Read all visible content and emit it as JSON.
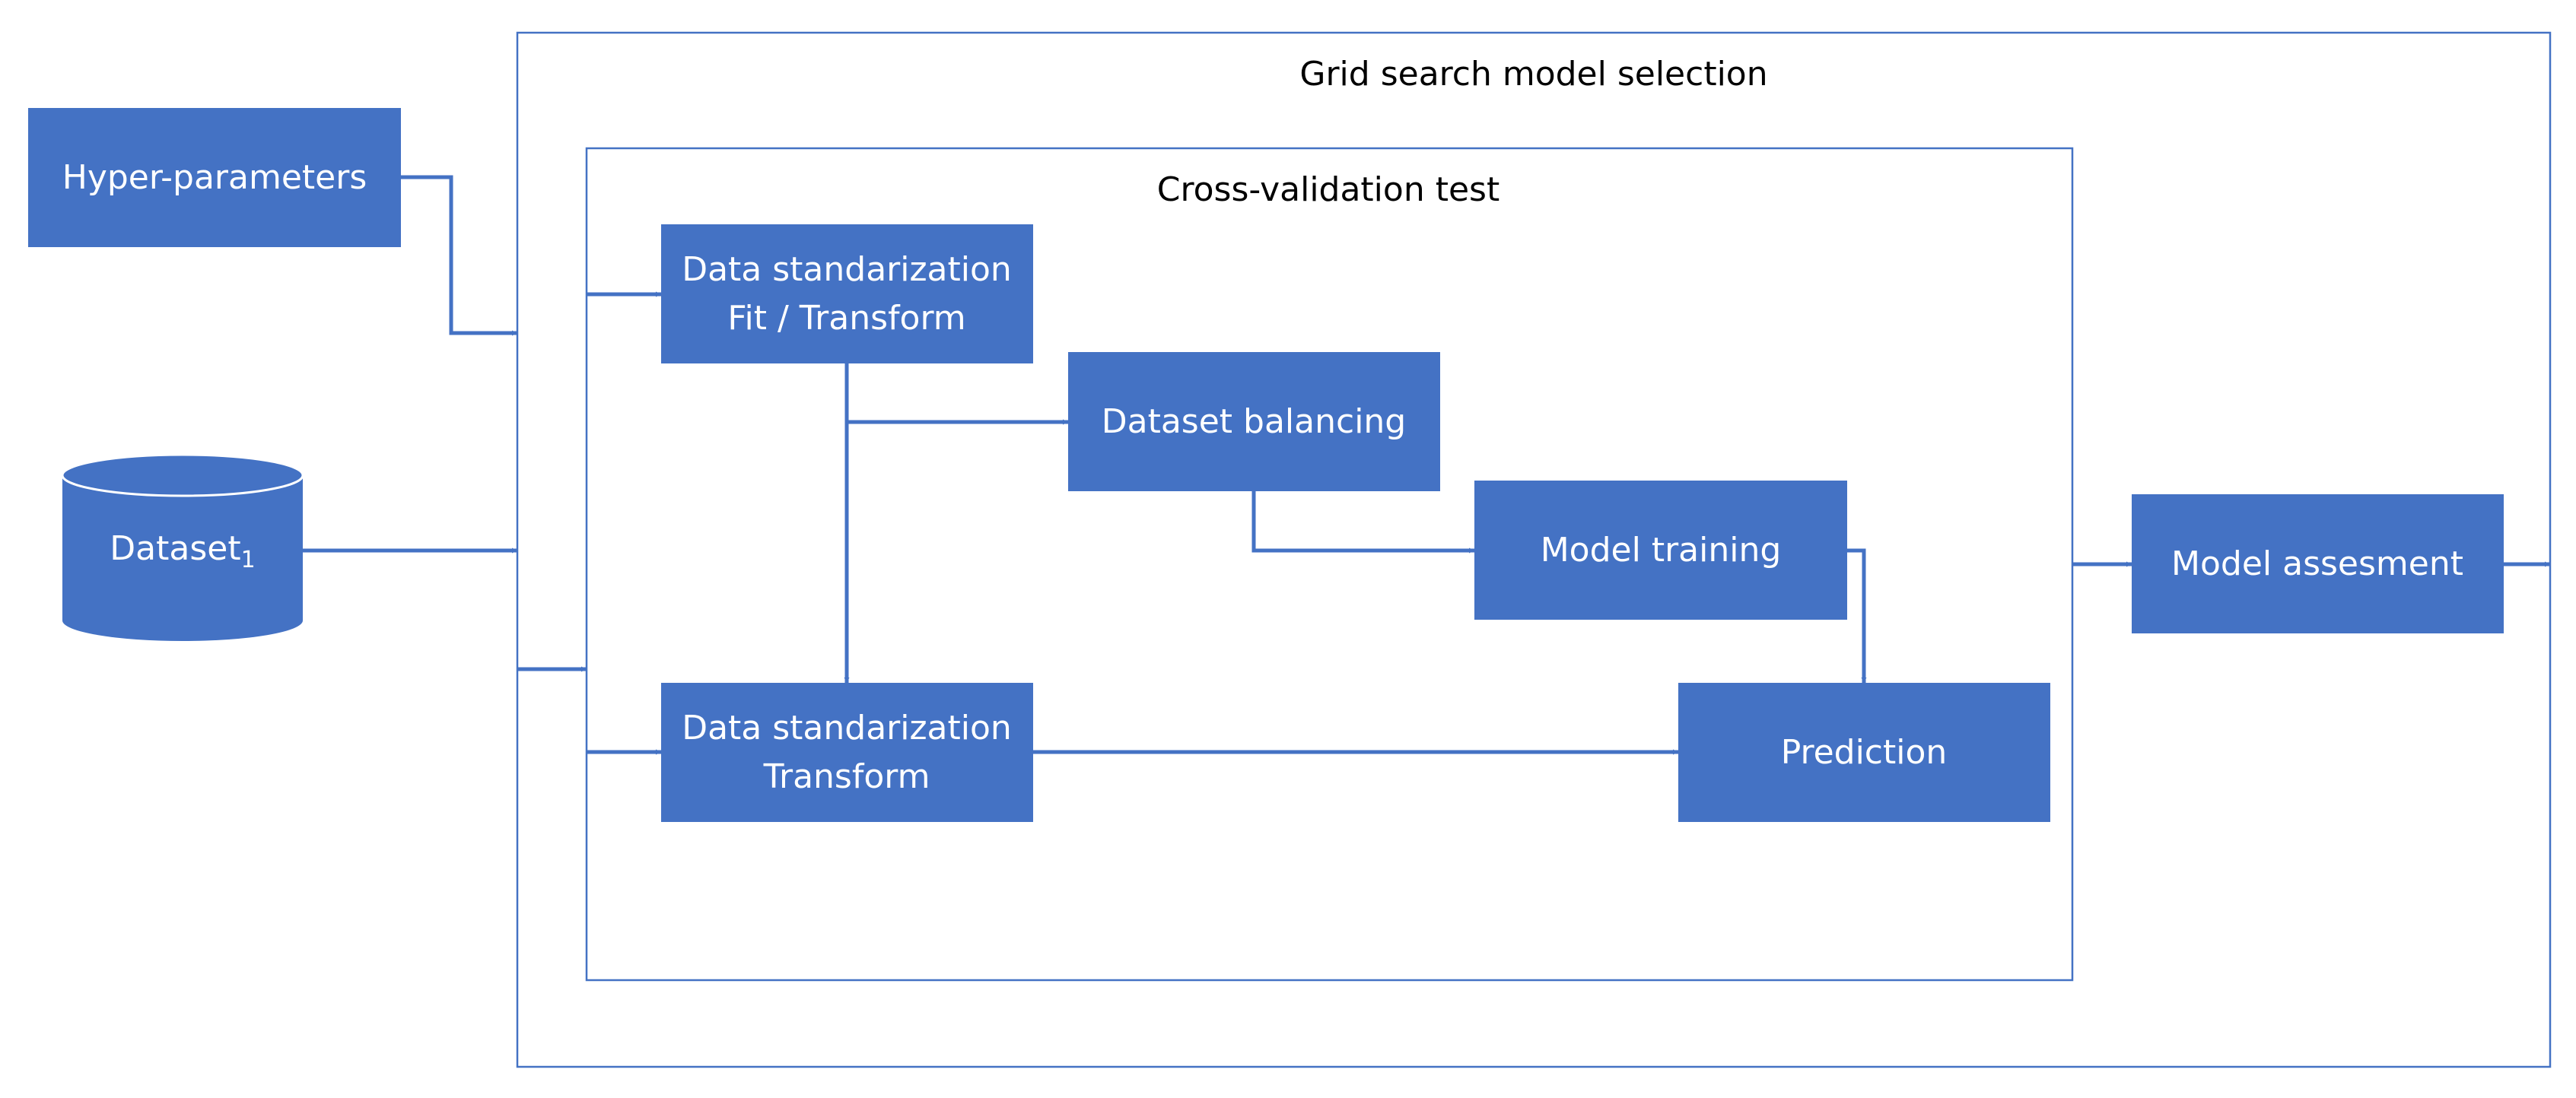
{
  "colors": {
    "accent": "#4472c4",
    "box_text": "#ffffff",
    "title_text": "#000000"
  },
  "containers": {
    "grid_search": {
      "title": "Grid search model selection"
    },
    "cross_validation": {
      "title": "Cross-validation test"
    }
  },
  "nodes": {
    "hyper_parameters": {
      "label": "Hyper-parameters"
    },
    "dataset": {
      "label": "Dataset",
      "subscript": "1"
    },
    "data_std_fit": {
      "line1": "Data standarization",
      "line2": "Fit / Transform"
    },
    "dataset_balancing": {
      "label": "Dataset balancing"
    },
    "model_training": {
      "label": "Model training"
    },
    "data_std_transform": {
      "line1": "Data standarization",
      "line2": "Transform"
    },
    "prediction": {
      "label": "Prediction"
    },
    "model_assessment": {
      "label": "Model assesment"
    }
  }
}
